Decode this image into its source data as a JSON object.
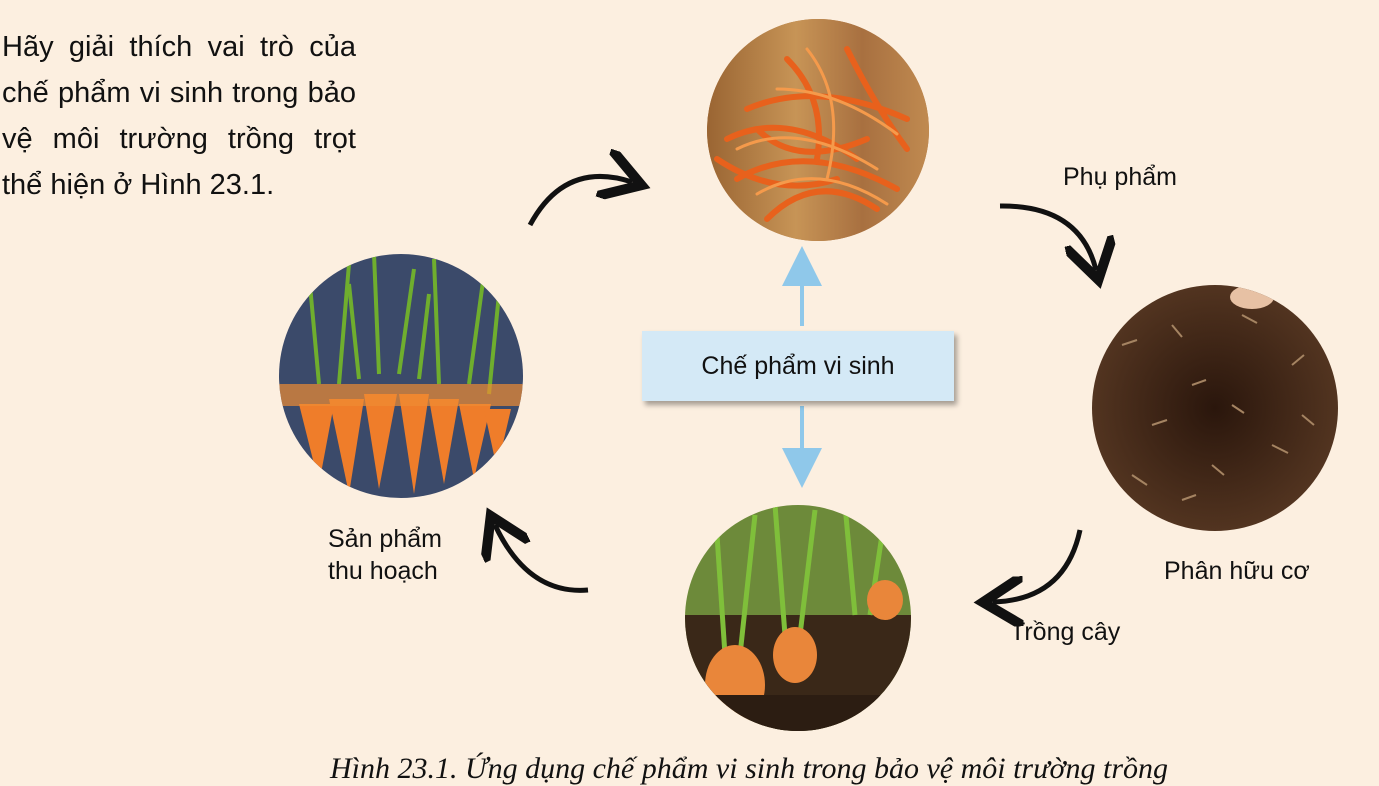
{
  "question": "Hãy giải thích vai trò của chế phẩm vi sinh trong bảo vệ môi trường trồng trọt thể hiện ở Hình 23.1.",
  "center_label": "Chế phẩm vi sinh",
  "labels": {
    "byproduct": "Phụ phẩm",
    "compost": "Phân hữu cơ",
    "planting": "Trồng cây",
    "harvest": "Sản phẩm thu hoạch"
  },
  "caption": "Hình 23.1. Ứng dụng chế phẩm vi sinh trong bảo vệ môi trường trồng",
  "colors": {
    "background": "#fcefe0",
    "box": "#d4e9f6",
    "blue_arrow": "#8fc8ea",
    "black_arrow": "#111111"
  },
  "icons": [
    "carrot-peels-photo",
    "compost-soil-photo",
    "carrot-seedling-photo",
    "harvested-carrots-photo"
  ]
}
